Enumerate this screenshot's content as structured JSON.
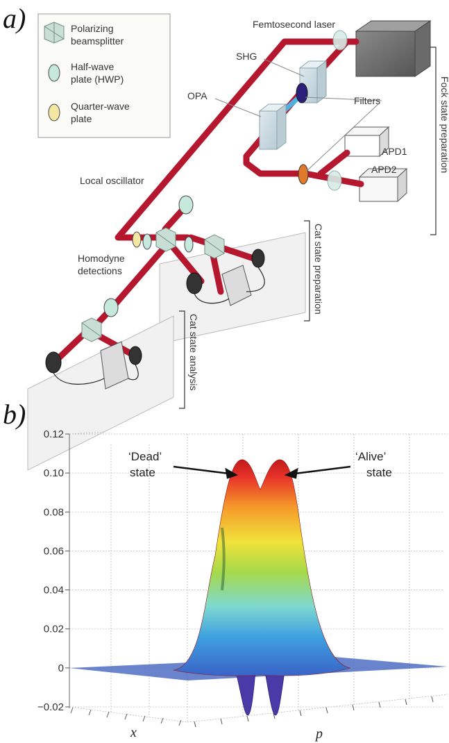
{
  "panel_a": {
    "letter": "a)",
    "legend": {
      "beamsplitter_line1": "Polarizing",
      "beamsplitter_line2": "beamsplitter",
      "hwp_line1": "Half-wave",
      "hwp_line2": "plate (HWP)",
      "qwp_line1": "Quarter-wave",
      "qwp_line2": "plate"
    },
    "labels": {
      "laser": "Femtosecond laser",
      "shg": "SHG",
      "opa": "OPA",
      "filters": "Filters",
      "apd1": "APD1",
      "apd2": "APD2",
      "local_oscillator": "Local oscillator",
      "homodyne_line1": "Homodyne",
      "homodyne_line2": "detections"
    },
    "brackets": {
      "fock": "Fock state preparation",
      "cat_prep": "Cat state preparation",
      "cat_analysis": "Cat state analysis"
    },
    "colors": {
      "beam": "#b5172f",
      "blue_beam": "#4fb0e0",
      "hwp": "#c7e8dd",
      "qwp": "#f3e7a2",
      "filter": "#e07a2a",
      "table": "#eeeeee"
    }
  },
  "panel_b": {
    "letter": "b)",
    "annotation_dead_line1": "‘Dead’",
    "annotation_dead_line2": "state",
    "annotation_alive_line1": "‘Alive’",
    "annotation_alive_line2": "state",
    "xlabel": "x",
    "plabel": "p"
  },
  "chart_data": {
    "type": "surface",
    "z_ticks": [
      "0.12",
      "0.10",
      "0.08",
      "0.06",
      "0.04",
      "0.02",
      "0",
      "−0.02"
    ],
    "z_tick_values": [
      0.12,
      0.1,
      0.08,
      0.06,
      0.04,
      0.02,
      0,
      -0.02
    ],
    "zlim": [
      -0.02,
      0.12
    ],
    "peaks": [
      {
        "name": "'Dead' state",
        "z": 0.105
      },
      {
        "name": "'Alive' state",
        "z": 0.105
      }
    ],
    "negative_dips": [
      -0.02,
      -0.02
    ],
    "xlabel": "x",
    "ylabel": "p",
    "grid": true,
    "colormap": "jet"
  }
}
